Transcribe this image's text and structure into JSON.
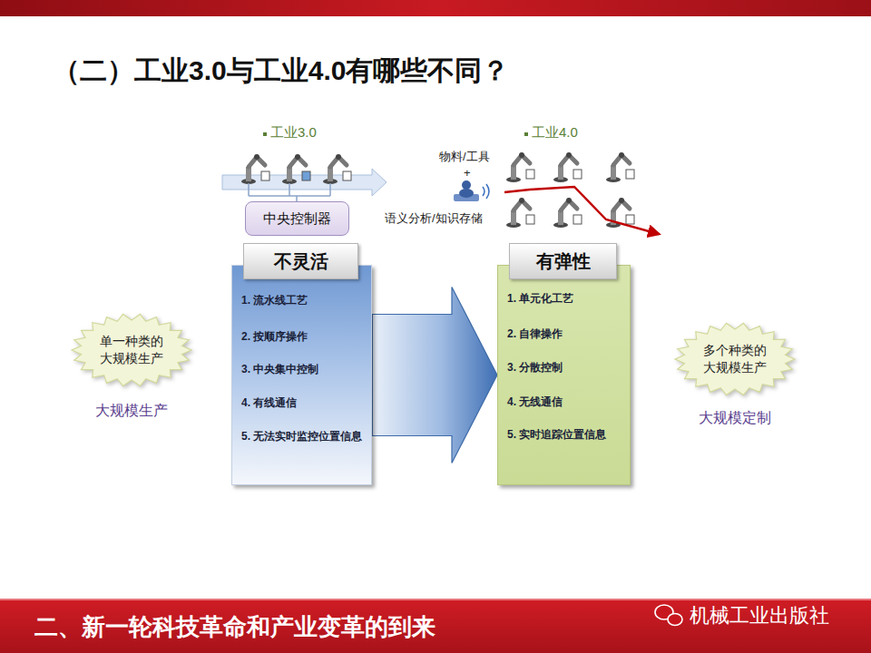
{
  "diagram": {
    "title": "（二）工业3.0与工业4.0有哪些不同？",
    "nodes": [
      {
        "text": [
          "中央控制器"
        ]
      },
      {
        "text": [
          "不灵活",
          "1. 流水线工艺",
          "2. 按顺序操作",
          "3. 中央集中控制",
          "4. 有线通信",
          "5. 无法实时监控位置信息"
        ]
      },
      {
        "text": [
          "有弹性",
          "1. 单元化工艺",
          "2. 自律操作",
          "3. 分散控制",
          "4. 无线通信",
          "5. 实时追踪位置信息"
        ]
      },
      {
        "text": [
          "单一种类的 大规模生产",
          "大规模生产"
        ]
      },
      {
        "text": [
          "多个种类的 大规模生产",
          "大规模定制"
        ]
      }
    ],
    "edges": [
      {
        "from": 1,
        "to": 2,
        "arrow": "to"
      }
    ],
    "labels": [
      "工业3.0",
      "工业4.0",
      "物料/工具",
      "+",
      "语义分析/知识存储",
      "二、新一轮科技革命和产业变革的到来",
      "机械工业出版社"
    ]
  }
}
